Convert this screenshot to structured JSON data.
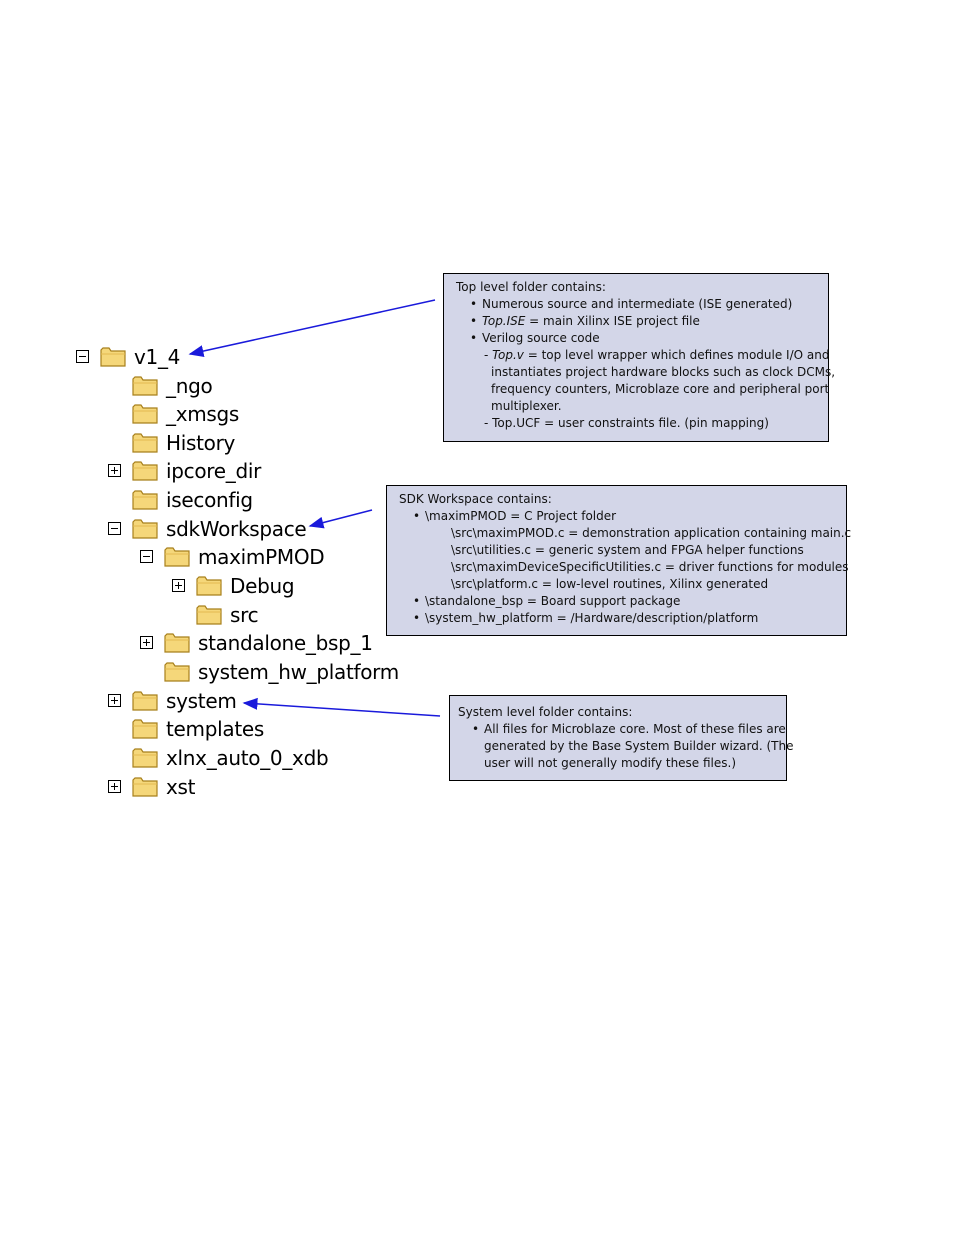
{
  "tree": [
    {
      "label": "v1_4",
      "expander": "minus"
    },
    {
      "label": "_ngo",
      "expander": "none"
    },
    {
      "label": "_xmsgs",
      "expander": "none"
    },
    {
      "label": "History",
      "expander": "none"
    },
    {
      "label": "ipcore_dir",
      "expander": "plus"
    },
    {
      "label": "iseconfig",
      "expander": "none"
    },
    {
      "label": "sdkWorkspace",
      "expander": "minus"
    },
    {
      "label": "maximPMOD",
      "expander": "minus"
    },
    {
      "label": "Debug",
      "expander": "plus"
    },
    {
      "label": "src",
      "expander": "none"
    },
    {
      "label": "standalone_bsp_1",
      "expander": "plus"
    },
    {
      "label": "system_hw_platform",
      "expander": "none"
    },
    {
      "label": "system",
      "expander": "plus"
    },
    {
      "label": "templates",
      "expander": "none"
    },
    {
      "label": "xlnx_auto_0_xdb",
      "expander": "none"
    },
    {
      "label": "xst",
      "expander": "plus"
    }
  ],
  "notes": {
    "top": {
      "title": "Top level folder contains:",
      "b1": "Numerous source and intermediate (ISE generated)",
      "b2_em": "Top.ISE",
      "b2_rest": " = main Xilinx ISE project file",
      "b3": "Verilog source code",
      "d1_prefix": "- ",
      "d1_em": "Top.v",
      "d1_rest": " = top level wrapper which defines module I/O and",
      "d1_l2": "instantiates project hardware blocks such as clock DCMs,",
      "d1_l3": "frequency counters, Microblaze core and peripheral port",
      "d1_l4": "multiplexer.",
      "d2": "- Top.UCF = user constraints file.  (pin mapping)"
    },
    "sdk": {
      "title": "SDK Workspace contains:",
      "b1": "\\maximPMOD = C Project folder",
      "s1": "\\src\\maximPMOD.c = demonstration application containing main.c",
      "s2": "\\src\\utilities.c = generic system and FPGA helper functions",
      "s3": "\\src\\maximDeviceSpecificUtilities.c = driver functions for modules",
      "s4": "\\src\\platform.c = low-level routines, Xilinx generated",
      "b2": "\\standalone_bsp = Board support package",
      "b3": "\\system_hw_platform = /Hardware/description/platform"
    },
    "sys": {
      "title": "System level folder contains:",
      "b1": "All files for Microblaze core.  Most of these files are",
      "b1_l2": "generated by the Base System Builder wizard.  (The",
      "b1_l3": "user will not generally modify these files.)"
    }
  },
  "bullet": "•",
  "colors": {
    "note_bg": "#d3d6e8",
    "arrow": "#1a1adb",
    "folder_fill": "#f5d77a",
    "folder_edge": "#a8801c"
  }
}
